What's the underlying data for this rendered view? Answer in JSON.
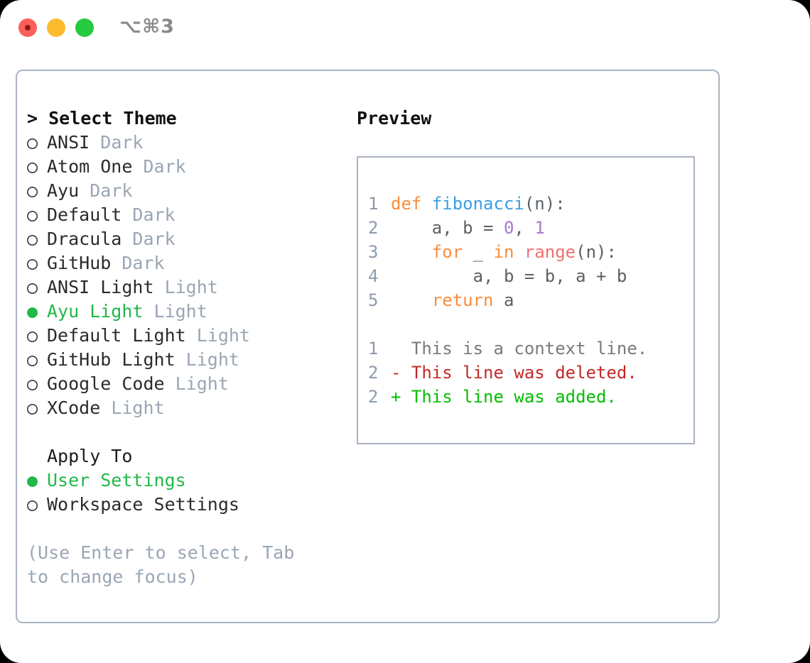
{
  "titlebar": {
    "shortcut": "⌥⌘3",
    "buttons": [
      {
        "name": "close",
        "color": "#FB5F57"
      },
      {
        "name": "minimize",
        "color": "#FCBB2F"
      },
      {
        "name": "maximize",
        "color": "#27C93F"
      }
    ]
  },
  "theme_picker": {
    "heading": "> Select Theme",
    "items": [
      {
        "marker": "○",
        "name": "ANSI",
        "tag": "Dark",
        "selected": false
      },
      {
        "marker": "○",
        "name": "Atom One",
        "tag": "Dark",
        "selected": false
      },
      {
        "marker": "○",
        "name": "Ayu",
        "tag": "Dark",
        "selected": false
      },
      {
        "marker": "○",
        "name": "Default",
        "tag": "Dark",
        "selected": false
      },
      {
        "marker": "○",
        "name": "Dracula",
        "tag": "Dark",
        "selected": false
      },
      {
        "marker": "○",
        "name": "GitHub",
        "tag": "Dark",
        "selected": false
      },
      {
        "marker": "○",
        "name": "ANSI Light",
        "tag": "Light",
        "selected": false
      },
      {
        "marker": "●",
        "name": "Ayu Light",
        "tag": "Light",
        "selected": true
      },
      {
        "marker": "○",
        "name": "Default Light",
        "tag": "Light",
        "selected": false
      },
      {
        "marker": "○",
        "name": "GitHub Light",
        "tag": "Light",
        "selected": false
      },
      {
        "marker": "○",
        "name": "Google Code",
        "tag": "Light",
        "selected": false
      },
      {
        "marker": "○",
        "name": "XCode",
        "tag": "Light",
        "selected": false
      }
    ]
  },
  "apply_to": {
    "heading": "Apply To",
    "items": [
      {
        "marker": "●",
        "name": "User Settings",
        "selected": true
      },
      {
        "marker": "○",
        "name": "Workspace Settings",
        "selected": false
      }
    ]
  },
  "hint": "(Use Enter to select, Tab to change focus)",
  "preview": {
    "title": "Preview",
    "code_lines": [
      {
        "no": "1",
        "tokens": [
          {
            "t": "def",
            "c": "kw"
          },
          {
            "t": " ",
            "c": "pl"
          },
          {
            "t": "fibonacci",
            "c": "fn"
          },
          {
            "t": "(n):",
            "c": "pl"
          }
        ]
      },
      {
        "no": "2",
        "tokens": [
          {
            "t": "    a, b = ",
            "c": "pl"
          },
          {
            "t": "0",
            "c": "num"
          },
          {
            "t": ", ",
            "c": "pl"
          },
          {
            "t": "1",
            "c": "num"
          }
        ]
      },
      {
        "no": "3",
        "tokens": [
          {
            "t": "    ",
            "c": "pl"
          },
          {
            "t": "for",
            "c": "kw"
          },
          {
            "t": " _ ",
            "c": "pl"
          },
          {
            "t": "in",
            "c": "kw"
          },
          {
            "t": " ",
            "c": "pl"
          },
          {
            "t": "range",
            "c": "bi"
          },
          {
            "t": "(n):",
            "c": "pl"
          }
        ]
      },
      {
        "no": "4",
        "tokens": [
          {
            "t": "        a, b = b, a + b",
            "c": "pl"
          }
        ]
      },
      {
        "no": "5",
        "tokens": [
          {
            "t": "    ",
            "c": "pl"
          },
          {
            "t": "return",
            "c": "kw"
          },
          {
            "t": " a",
            "c": "pl"
          }
        ]
      }
    ],
    "diff_lines": [
      {
        "no": "1",
        "prefix": "  ",
        "text": "This is a context line.",
        "kind": "diff-ctx"
      },
      {
        "no": "2",
        "prefix": "- ",
        "text": "This line was deleted.",
        "kind": "diff-del"
      },
      {
        "no": "2",
        "prefix": "+ ",
        "text": "This line was added.",
        "kind": "diff-add"
      }
    ]
  },
  "colors": {
    "accent_green": "#21B84A",
    "muted_gray": "#9AA6B5",
    "border": "#A9B3C1",
    "keyword_orange": "#FA8D3E",
    "function_blue": "#399EE6",
    "number_purple": "#A37ACC",
    "builtin_red": "#F07171",
    "diff_red": "#C62828",
    "diff_green": "#00C000"
  }
}
